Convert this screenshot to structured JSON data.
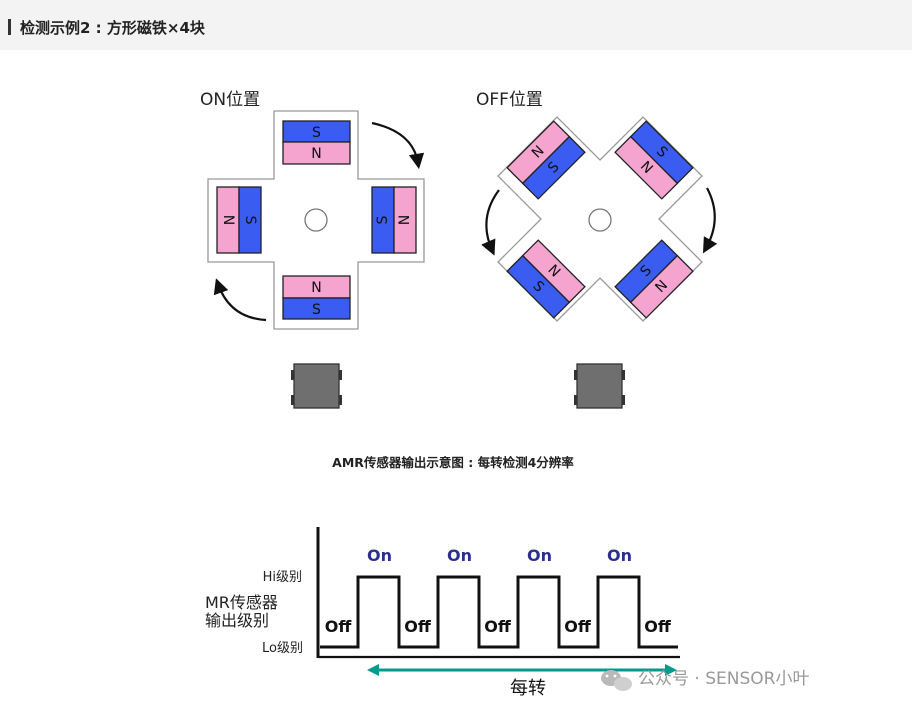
{
  "header": {
    "title": "检测示例2 : 方形磁铁×4块"
  },
  "on_panel": {
    "label": "ON位置"
  },
  "off_panel": {
    "label": "OFF位置"
  },
  "magnet": {
    "s": "S",
    "n": "N"
  },
  "caption": "AMR传感器输出示意图 : 每转检测4分辨率",
  "chart_data": {
    "type": "line",
    "title": "AMR传感器输出示意图 : 每转检测4分辨率",
    "ylabel": "MR传感器输出级别",
    "ylabel_lines": [
      "MR传感器",
      "输出级别"
    ],
    "yticks": [
      "Hi级别",
      "Lo级别"
    ],
    "xlabel": "每转",
    "states": [
      "Off",
      "On",
      "Off",
      "On",
      "Off",
      "On",
      "Off",
      "On",
      "Off"
    ],
    "values": [
      0,
      1,
      0,
      1,
      0,
      1,
      0,
      1,
      0
    ],
    "on_label": "On",
    "off_label": "Off"
  },
  "watermark": "公众号 · SENSOR小叶",
  "colors": {
    "blue": "#3a5cf0",
    "pink": "#f5a3cf",
    "teal": "#009a8e",
    "on_text": "#2b2f8e",
    "sensor": "#6f6f6f"
  }
}
